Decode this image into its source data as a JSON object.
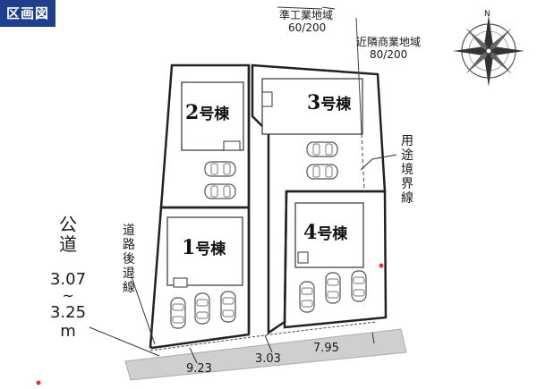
{
  "header": {
    "badge_label": "区画図"
  },
  "zoning": {
    "zone1": {
      "name": "準工業地域",
      "ratio": "60/200"
    },
    "zone2": {
      "name": "近隣商業地域",
      "ratio": "80/200"
    },
    "boundary_label": "用途境界線"
  },
  "compass": {
    "north_label": "N"
  },
  "units": [
    {
      "number": "1",
      "suffix": "号棟"
    },
    {
      "number": "2",
      "suffix": "号棟"
    },
    {
      "number": "3",
      "suffix": "号棟"
    },
    {
      "number": "4",
      "suffix": "号棟"
    }
  ],
  "road": {
    "type": "公道",
    "width_min": "3.07",
    "tilde": "~",
    "width_max": "3.25",
    "unit": "m",
    "setback_label": "道路後退線"
  },
  "frontages": [
    "9.23",
    "3.03",
    "7.95"
  ],
  "colors": {
    "badge": "#1f3f8c",
    "road_fill": "#cfcfcf",
    "lot_outline": "#222222",
    "parking_outline": "#555555",
    "marker": "#e03030"
  }
}
